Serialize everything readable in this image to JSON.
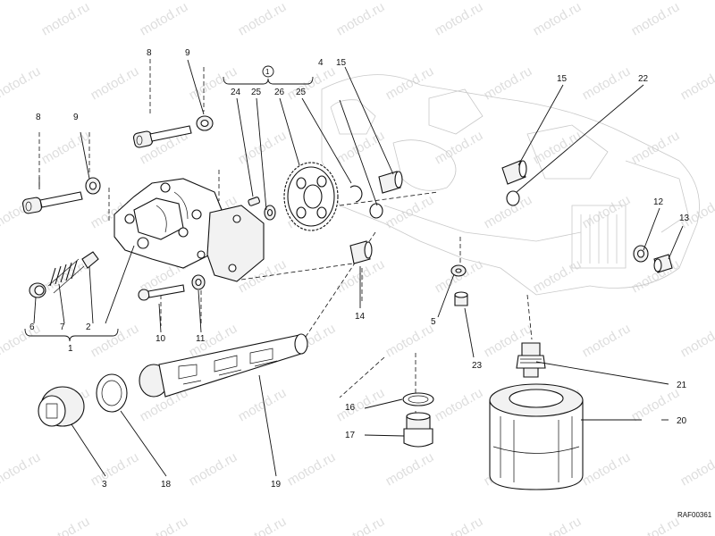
{
  "watermark": "motod.ru",
  "reference_code": "RAF00361",
  "group_symbol": "1",
  "callouts": [
    {
      "id": "c8a",
      "text": "8"
    },
    {
      "id": "c9a",
      "text": "9"
    },
    {
      "id": "c8b",
      "text": "8"
    },
    {
      "id": "c9b",
      "text": "9"
    },
    {
      "id": "c24",
      "text": "24"
    },
    {
      "id": "c25a",
      "text": "25"
    },
    {
      "id": "c26",
      "text": "26"
    },
    {
      "id": "c25b",
      "text": "25"
    },
    {
      "id": "c4",
      "text": "4"
    },
    {
      "id": "c15a",
      "text": "15"
    },
    {
      "id": "c15b",
      "text": "15"
    },
    {
      "id": "c22",
      "text": "22"
    },
    {
      "id": "c12",
      "text": "12"
    },
    {
      "id": "c13",
      "text": "13"
    },
    {
      "id": "c6",
      "text": "6"
    },
    {
      "id": "c7",
      "text": "7"
    },
    {
      "id": "c2",
      "text": "2"
    },
    {
      "id": "c1",
      "text": "1"
    },
    {
      "id": "c10",
      "text": "10"
    },
    {
      "id": "c11",
      "text": "11"
    },
    {
      "id": "c14",
      "text": "14"
    },
    {
      "id": "c5",
      "text": "5"
    },
    {
      "id": "c23",
      "text": "23"
    },
    {
      "id": "c21",
      "text": "21"
    },
    {
      "id": "c16",
      "text": "16"
    },
    {
      "id": "c17",
      "text": "17"
    },
    {
      "id": "c20",
      "text": "20"
    },
    {
      "id": "c3",
      "text": "3"
    },
    {
      "id": "c18",
      "text": "18"
    },
    {
      "id": "c19",
      "text": "19"
    }
  ]
}
